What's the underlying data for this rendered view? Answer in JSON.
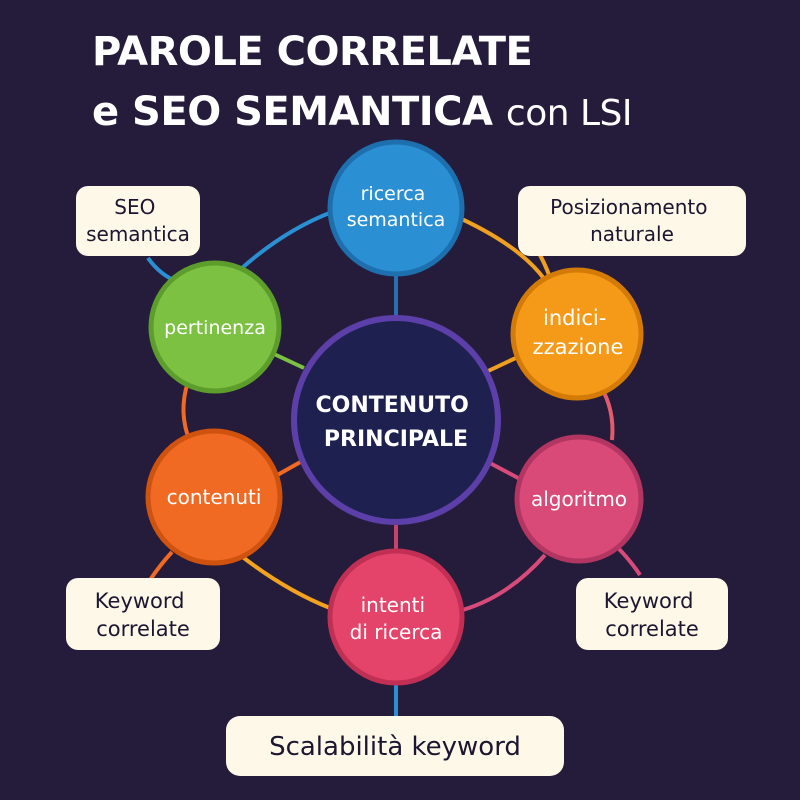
{
  "title": {
    "line1": "PAROLE CORRELATE",
    "line2_prefix": "e SEO SEMANTICA",
    "line2_suffix": "con LSI"
  },
  "center": {
    "lines": [
      "CONTENUTO",
      "PRINCIPALE"
    ],
    "color": "#1e2150",
    "ring": "#5c3fa8"
  },
  "nodes": [
    {
      "id": "ricerca-semantica",
      "lines": [
        "ricerca",
        "semantica"
      ],
      "color": "#2a8fd3",
      "ring": "#1d6fae"
    },
    {
      "id": "indicizzazione",
      "lines": [
        "indici-",
        "zzazione"
      ],
      "color": "#f59a18",
      "ring": "#d47a06"
    },
    {
      "id": "algoritmo",
      "lines": [
        "algoritmo"
      ],
      "color": "#d94a78",
      "ring": "#b33561"
    },
    {
      "id": "intenti-di-ricerca",
      "lines": [
        "intenti",
        "di ricerca"
      ],
      "color": "#e5446a",
      "ring": "#c22f54"
    },
    {
      "id": "contenuti",
      "lines": [
        "contenuti"
      ],
      "color": "#f06a23",
      "ring": "#cf520f"
    },
    {
      "id": "pertinenza",
      "lines": [
        "pertinenza"
      ],
      "color": "#7cc142",
      "ring": "#5d9d2c"
    }
  ],
  "labels": [
    {
      "id": "seo-semantica",
      "lines": [
        "SEO",
        "semantica"
      ]
    },
    {
      "id": "posizionamento-naturale",
      "lines": [
        "Posizionamento",
        "naturale"
      ]
    },
    {
      "id": "keyword-correlate-left",
      "lines": [
        "Keyword",
        "correlate"
      ]
    },
    {
      "id": "keyword-correlate-right",
      "lines": [
        "Keyword",
        "correlate"
      ]
    },
    {
      "id": "scalabilita-keyword",
      "lines": [
        "Scalabilità  keyword"
      ]
    }
  ],
  "colors": {
    "background": "#241c3a",
    "label_bg": "#fdf8e8",
    "text_light": "#ffffff",
    "text_dark": "#1c1630"
  }
}
